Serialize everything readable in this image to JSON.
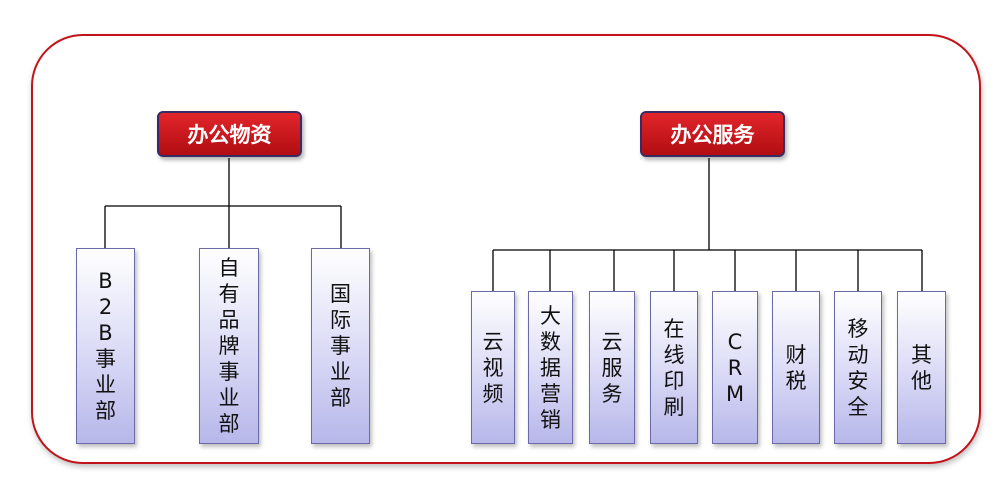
{
  "groups": [
    {
      "title": "办公物资",
      "items": [
        "B2B事业部",
        "自有品牌事业部",
        "国际事业部"
      ]
    },
    {
      "title": "办公服务",
      "items": [
        "云视频",
        "大数据营销",
        "云服务",
        "在线印刷",
        "CRM",
        "财税",
        "移动安全",
        "其他"
      ]
    }
  ]
}
